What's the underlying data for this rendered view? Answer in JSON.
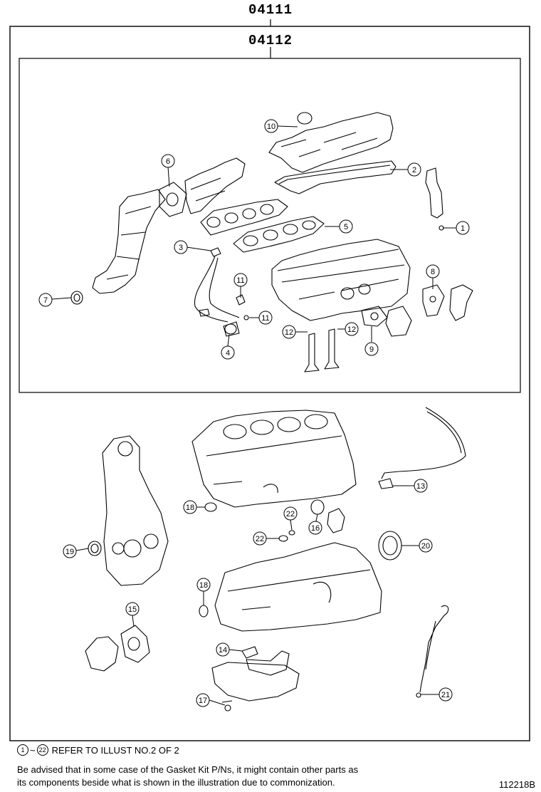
{
  "kit_outer": "04111",
  "kit_inner": "04112",
  "ref_note": {
    "from": "1",
    "sep": "~",
    "to": "22",
    "text": "REFER TO ILLUST NO.2 OF 2"
  },
  "advisory": [
    "Be advised that in some case of the Gasket Kit P/Ns,  it might contain other parts as",
    "its components beside what is shown in the illustration due to commonization."
  ],
  "illustration_code": "112218B",
  "callouts": [
    "10",
    "2",
    "6",
    "1",
    "5",
    "3",
    "8",
    "7",
    "11",
    "11",
    "12",
    "12",
    "9",
    "4",
    "13",
    "18",
    "22",
    "22",
    "16",
    "19",
    "20",
    "18",
    "15",
    "14",
    "21",
    "17"
  ]
}
